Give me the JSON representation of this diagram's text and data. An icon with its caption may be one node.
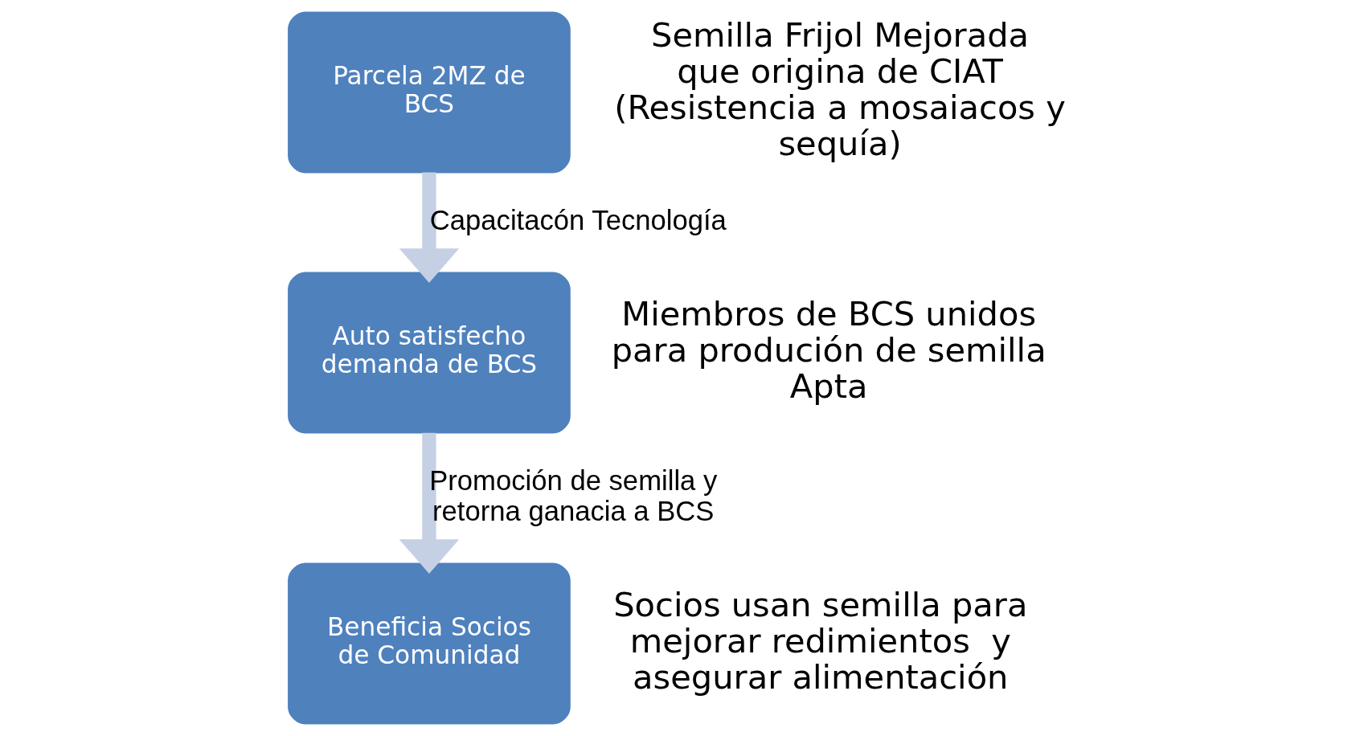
{
  "diagram": {
    "nodes": [
      {
        "text": [
          "Parcela 2MZ de BCS"
        ],
        "beside": [
          "Semilla Frijol Mejorada que origina de CIAT (Resistencia a mosaiacos y sequía)"
        ]
      },
      {
        "text": [
          "Auto satisfecho demanda de BCS"
        ],
        "beside": [
          "Miembros de BCS unidos para produción de semilla Apta"
        ]
      },
      {
        "text": [
          "Beneficia Socios de Comunidad"
        ],
        "beside": [
          "Socios usan semilla para mejorar redimientos  y asegurar alimentación"
        ]
      }
    ],
    "edges": [
      {
        "from": 0,
        "to": 1,
        "arrow": "to",
        "label": "Capacitacón Tecnología"
      },
      {
        "from": 1,
        "to": 2,
        "arrow": "to",
        "label": "Promoción de semilla y retorna ganacia a BCS"
      }
    ]
  }
}
